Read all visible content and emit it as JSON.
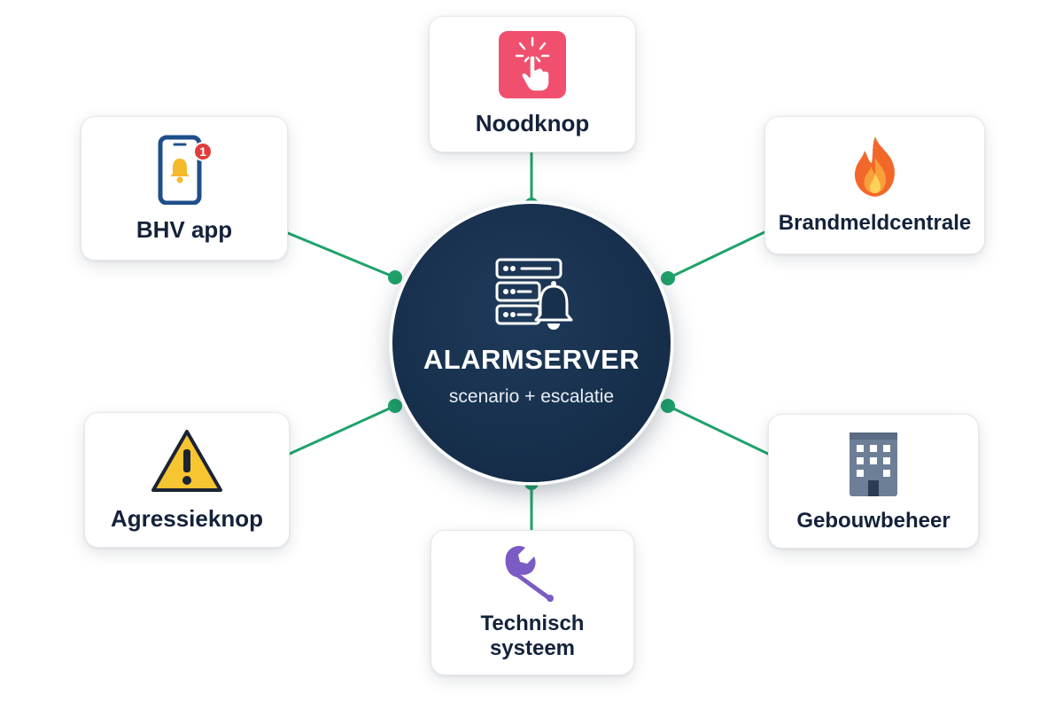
{
  "hub": {
    "title": "ALARMSERVER",
    "subtitle": "scenario + escalatie",
    "icon": "server-bell-icon",
    "color": "#17304d"
  },
  "connector_color": "#1fa36b",
  "nodes": [
    {
      "id": "noodknop",
      "label": "Noodknop",
      "icon": "touch-button-icon",
      "accent": "#f0506e"
    },
    {
      "id": "bhv",
      "label": "BHV app",
      "icon": "smartphone-alert-icon",
      "badge": "1",
      "accent": "#1f4f8a"
    },
    {
      "id": "brand",
      "label": "Brandmeldcentrale",
      "icon": "fire-icon",
      "accent": "#f2682a"
    },
    {
      "id": "agressie",
      "label": "Agressieknop",
      "icon": "warning-icon",
      "accent": "#f7c531"
    },
    {
      "id": "gebouw",
      "label": "Gebouwbeheer",
      "icon": "building-icon",
      "accent": "#6d7e97"
    },
    {
      "id": "tech",
      "label": "Technisch\nsysteem",
      "icon": "wrench-icon",
      "accent": "#7b5cc4"
    }
  ]
}
